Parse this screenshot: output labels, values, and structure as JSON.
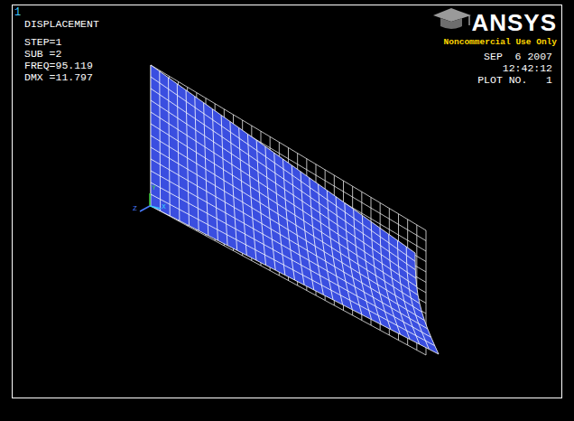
{
  "diagram": {
    "labels": [
      "1",
      "DISPLACEMENT",
      "STEP=1",
      "SUB =2",
      "FREQ=95.119",
      "DMX =11.797",
      "ANSYS",
      "Noncommercial Use Only",
      "SEP  6 2007",
      "12:42:12",
      "PLOT NO.   1",
      "Y",
      "X",
      "Z"
    ]
  }
}
